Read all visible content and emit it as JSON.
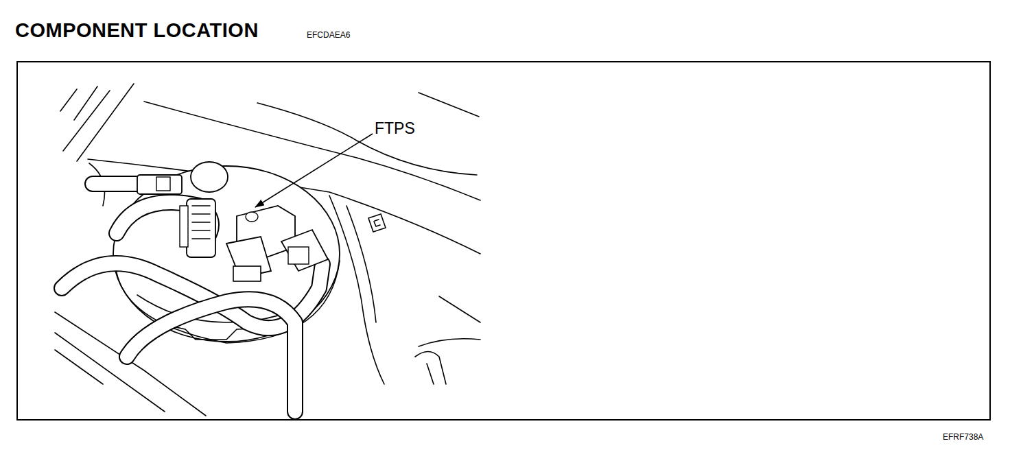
{
  "diagram": {
    "title": "COMPONENT LOCATION",
    "labels": [
      "EFCDAEA6",
      "FTPS",
      "EFRF738A"
    ]
  }
}
